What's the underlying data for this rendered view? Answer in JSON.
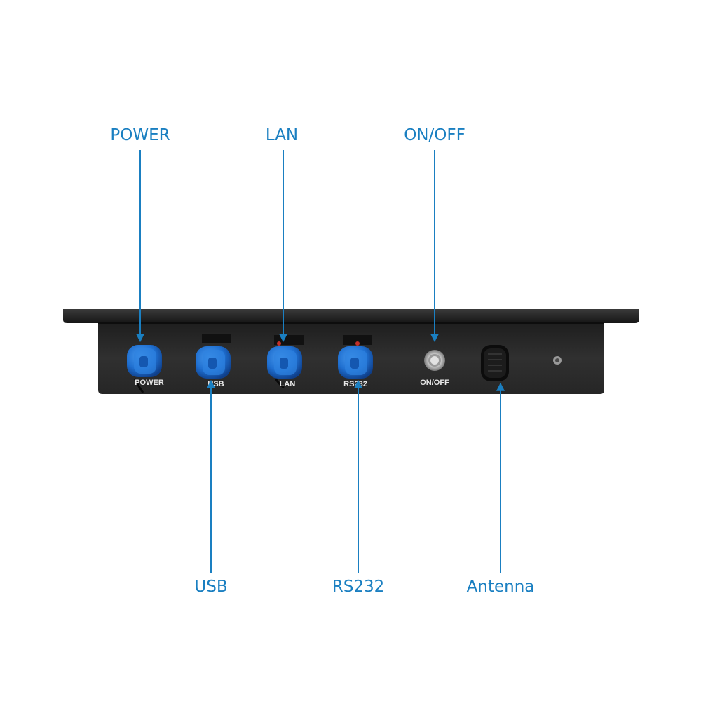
{
  "callouts": {
    "power": "POWER",
    "lan": "LAN",
    "onoff": "ON/OFF",
    "usb": "USB",
    "rs232": "RS232",
    "antenna": "Antenna"
  },
  "panel_labels": {
    "power": "POWER",
    "usb": "USB",
    "lan": "LAN",
    "rs232": "RS232",
    "onoff": "ON/OFF"
  },
  "colors": {
    "callout": "#1a7fc1",
    "panel": "#2b2b2b",
    "port_cap": "#1f6fd0"
  }
}
